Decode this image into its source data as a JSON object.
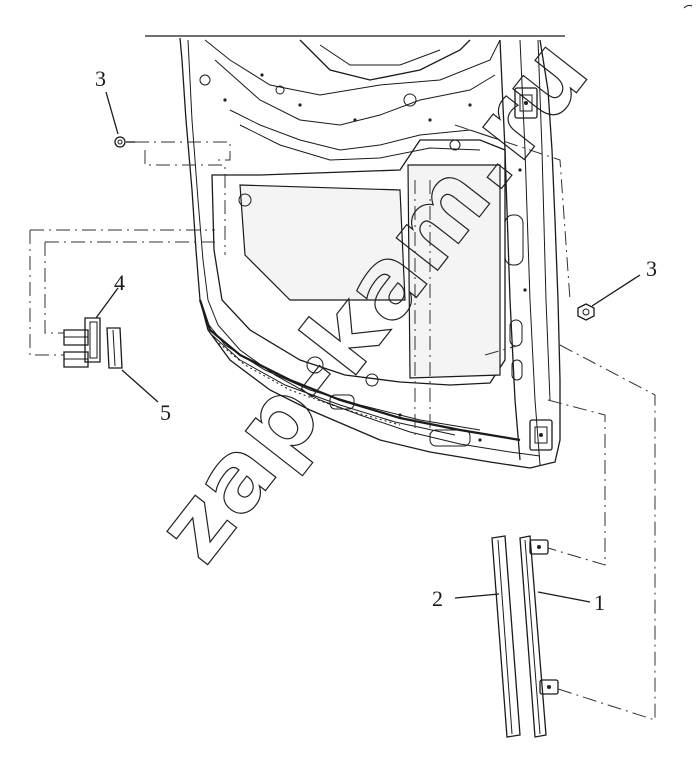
{
  "diagram": {
    "watermark": "zap-kam.ru",
    "callouts": [
      {
        "id": "part-1",
        "label": "1"
      },
      {
        "id": "part-2",
        "label": "2"
      },
      {
        "id": "part-3-top",
        "label": "3"
      },
      {
        "id": "part-3-right",
        "label": "3"
      },
      {
        "id": "part-4",
        "label": "4"
      },
      {
        "id": "part-5",
        "label": "5"
      }
    ]
  }
}
